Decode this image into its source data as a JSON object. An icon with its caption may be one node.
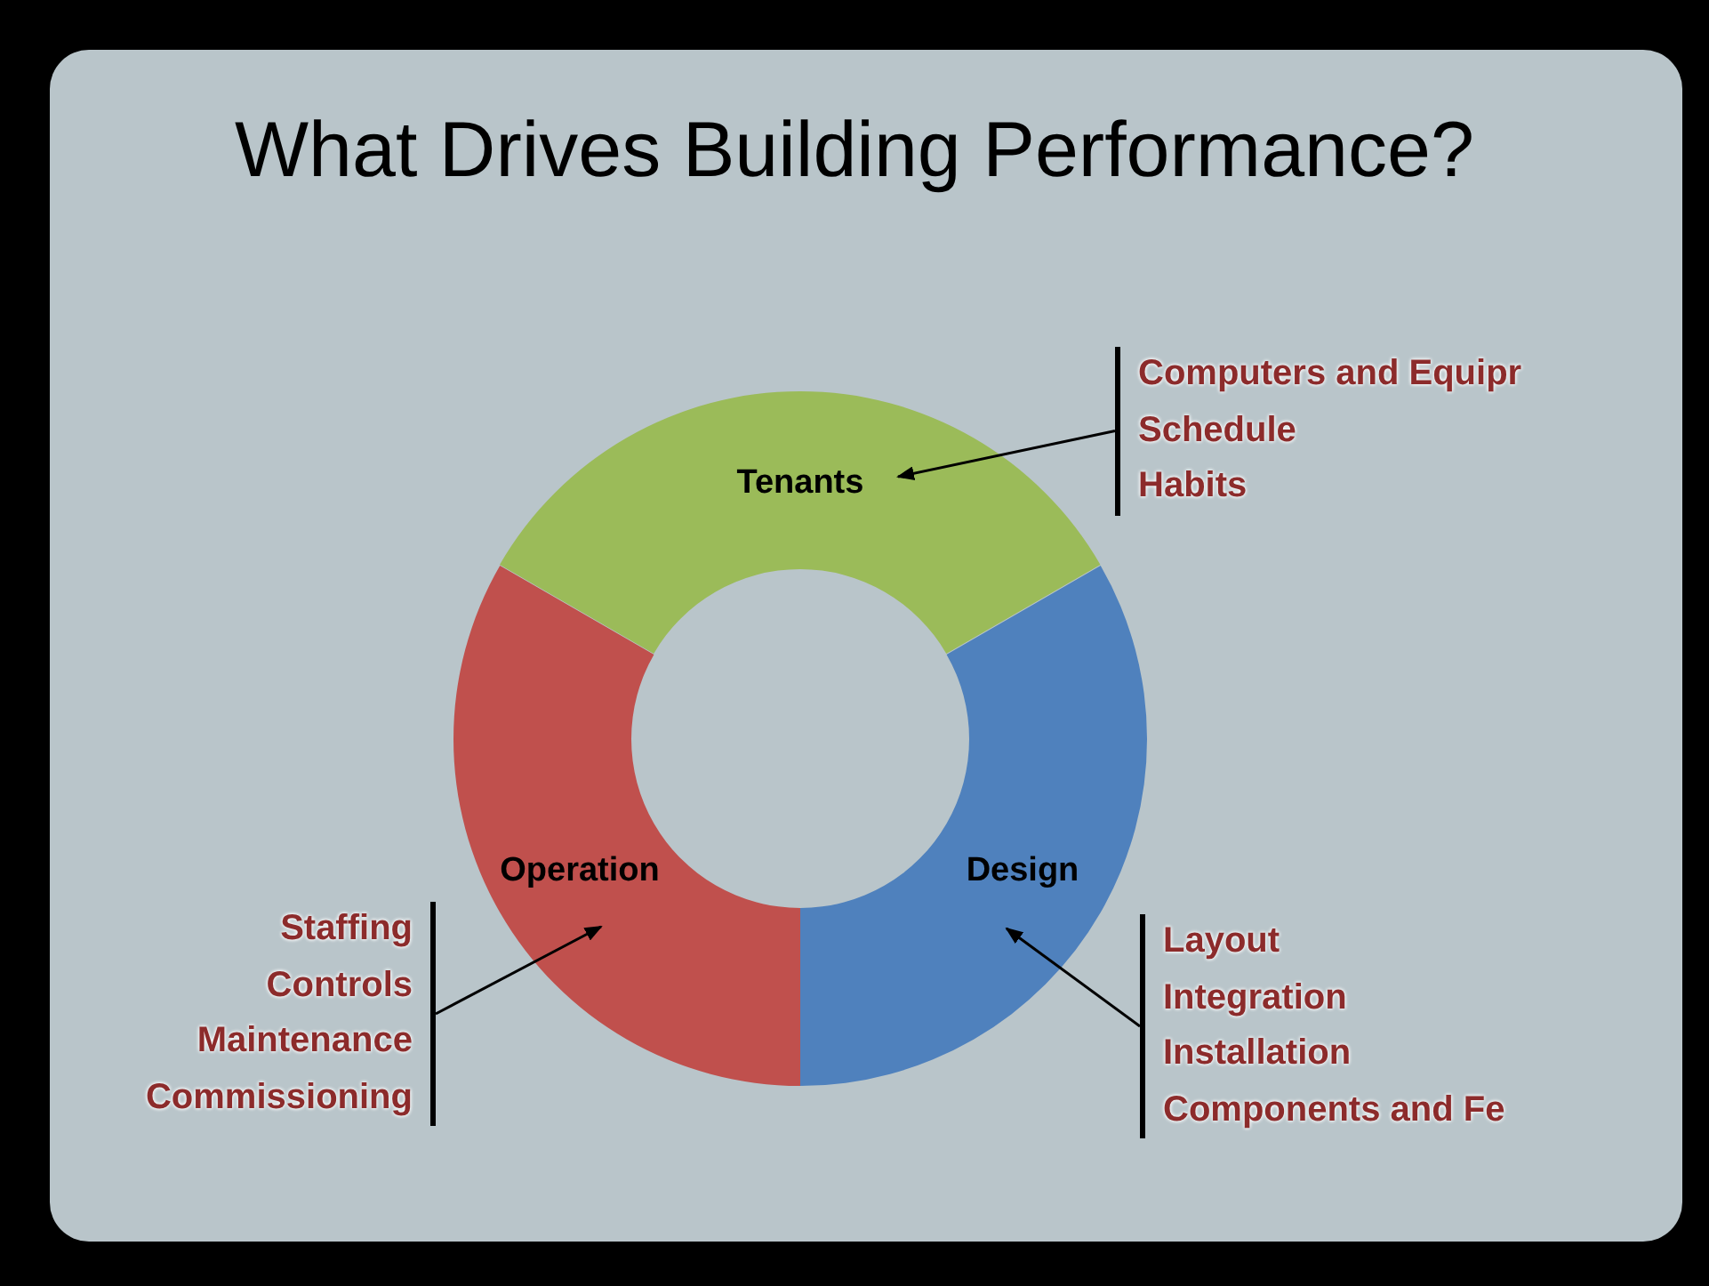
{
  "diagram": {
    "title": "What Drives Building Performance?",
    "nodes": [
      {
        "text": [
          "Tenants"
        ]
      },
      {
        "text": [
          "Computers and Equipr",
          "Schedule",
          "Habits"
        ]
      },
      {
        "text": [
          "Operation"
        ]
      },
      {
        "text": [
          "Design"
        ]
      },
      {
        "text": [
          "Staffing",
          "Controls",
          "Maintenance",
          "Commissioning"
        ]
      },
      {
        "text": [
          "Layout",
          "Integration",
          "Installation",
          "Components and Fe"
        ]
      }
    ],
    "edges": [
      {
        "from": 1,
        "to": 0,
        "arrow": "to"
      },
      {
        "from": 4,
        "to": 2,
        "arrow": "to"
      },
      {
        "from": 5,
        "to": 3,
        "arrow": "to"
      }
    ]
  }
}
